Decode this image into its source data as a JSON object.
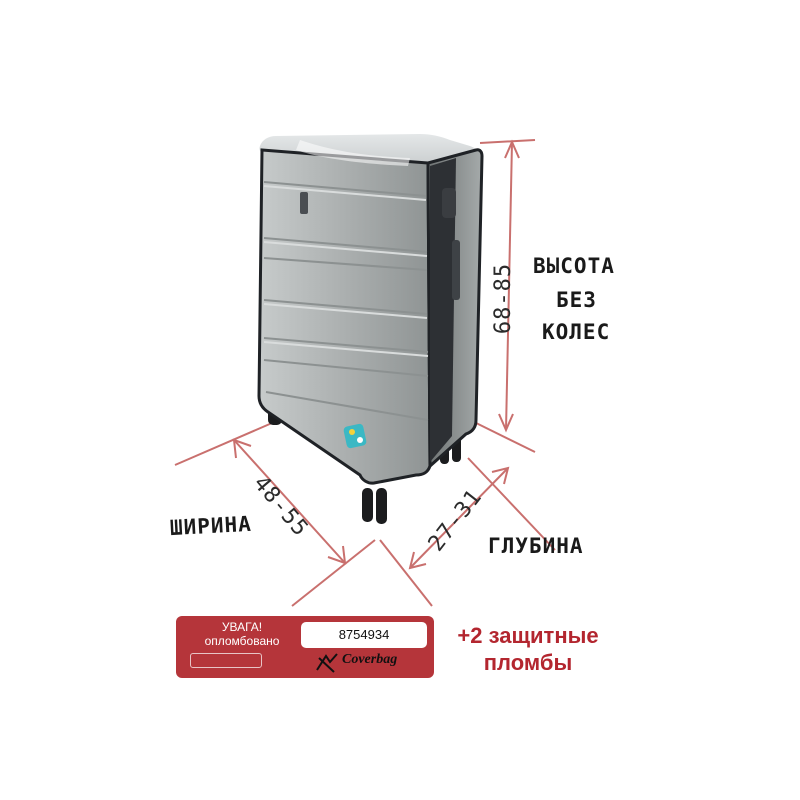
{
  "labels": {
    "height_word_1": "ВЫСОТА",
    "height_word_2": "БЕЗ",
    "height_word_3": "КОЛЕС",
    "height_range": "68-85",
    "width_word": "ШИРИНА",
    "width_range": "48-55",
    "depth_word": "ГЛУБИНА",
    "depth_range": "27-31"
  },
  "seal": {
    "warning_line_1": "УВАГА!",
    "warning_line_2": "опломбовано",
    "number": "8754934",
    "brand": "Coverbag"
  },
  "promo": {
    "line_1": "+2 защитные",
    "line_2": "пломбы"
  },
  "colors": {
    "dimension_lines": "#c9706e",
    "seal_background": "#b5353a",
    "promo_text": "#b3262f",
    "suitcase_body": "#a9adad",
    "cover_trim": "#1f2226"
  },
  "icons": {
    "suitcase": "suitcase-icon",
    "cover_sticker": "cover-sticker-icon",
    "seal_logo": "coverbag-logo-icon"
  }
}
